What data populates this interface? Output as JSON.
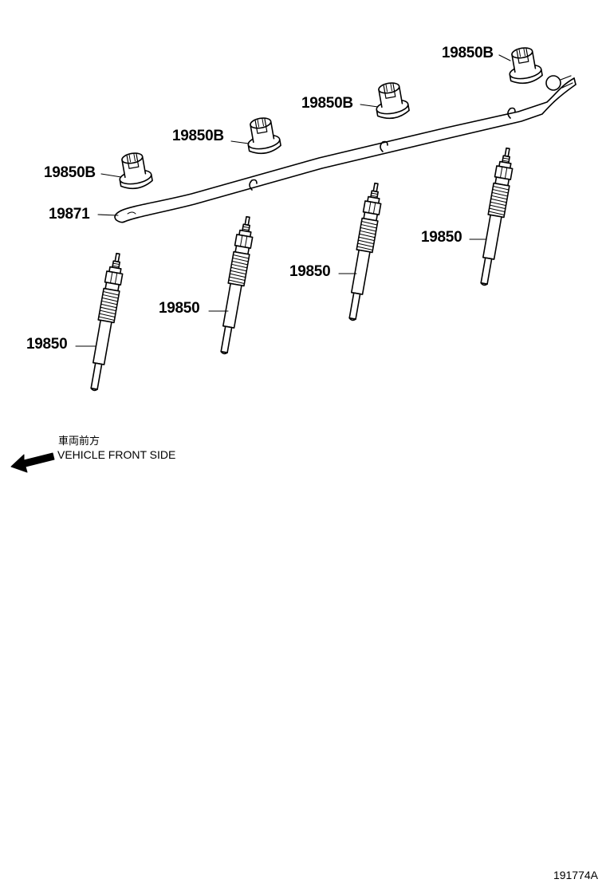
{
  "labels": {
    "nut_1": "19850B",
    "nut_2": "19850B",
    "nut_3": "19850B",
    "nut_4": "19850B",
    "bus_bar": "19871",
    "plug_1": "19850",
    "plug_2": "19850",
    "plug_3": "19850",
    "plug_4": "19850"
  },
  "direction": {
    "japanese": "車両前方",
    "english": "VEHICLE FRONT SIDE",
    "arrow_icon": "left-arrow-icon"
  },
  "figure_id": "191774A"
}
